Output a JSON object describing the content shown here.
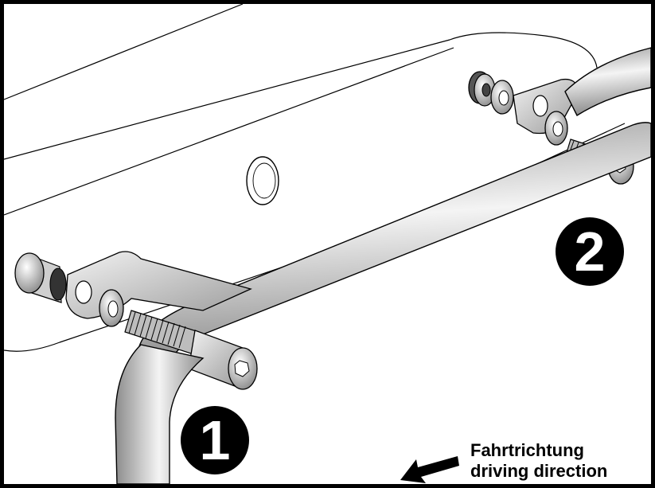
{
  "markers": {
    "step_1": "1",
    "step_2": "2"
  },
  "direction": {
    "german": "Fahrtrichtung",
    "english": "driving direction"
  },
  "colors": {
    "outline": "#000000",
    "metal_light": "#f2f2f2",
    "metal_mid": "#c9c9c9",
    "metal_dark": "#7a7a7a",
    "background": "#ffffff"
  },
  "icons": {
    "direction": "arrow-left-down-icon"
  }
}
